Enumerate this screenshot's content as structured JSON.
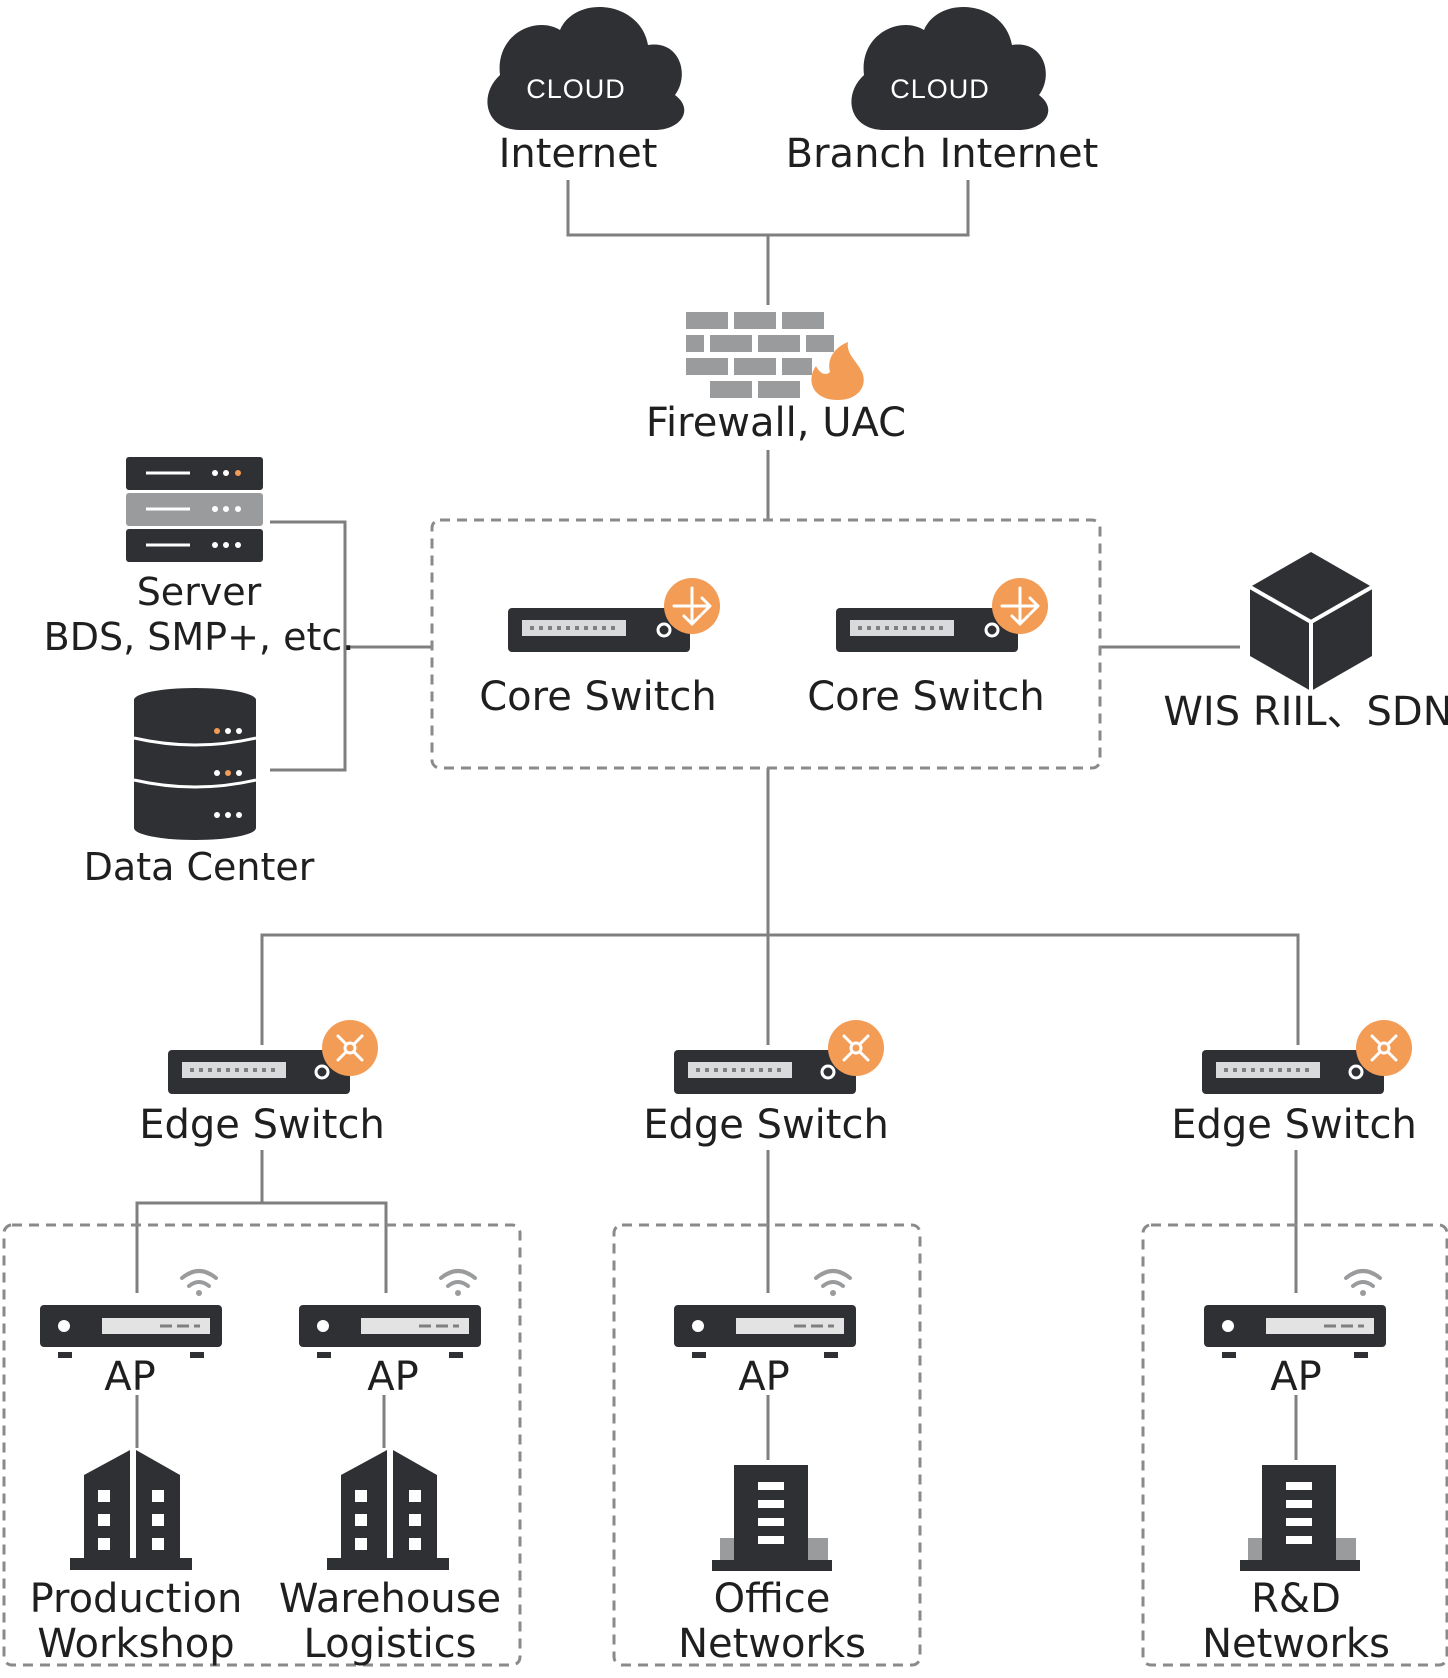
{
  "nodes": {
    "cloud1": {
      "badge": "CLOUD",
      "label": "Internet"
    },
    "cloud2": {
      "badge": "CLOUD",
      "label": "Branch Internet"
    },
    "firewall": {
      "label": "Firewall, UAC"
    },
    "server": {
      "line1": "Server",
      "line2": "BDS, SMP+, etc."
    },
    "datacenter": {
      "label": "Data Center"
    },
    "core1": {
      "label": "Core Switch"
    },
    "core2": {
      "label": "Core Switch"
    },
    "sdn": {
      "label": "WIS RIIL、SDN"
    },
    "edge1": {
      "label": "Edge Switch"
    },
    "edge2": {
      "label": "Edge Switch"
    },
    "edge3": {
      "label": "Edge Switch"
    },
    "ap1": {
      "label": "AP"
    },
    "ap2": {
      "label": "AP"
    },
    "ap3": {
      "label": "AP"
    },
    "ap4": {
      "label": "AP"
    },
    "bld1": {
      "line1": "Production",
      "line2": "Workshop"
    },
    "bld2": {
      "line1": "Warehouse",
      "line2": "Logistics"
    },
    "bld3": {
      "line1": "Office",
      "line2": "Networks"
    },
    "bld4": {
      "line1": "R&D",
      "line2": "Networks"
    }
  },
  "colors": {
    "device": "#2e3033",
    "accent": "#f39c56",
    "wire": "#7f7f7f",
    "brick": "#9a9b9d"
  },
  "icons": {
    "cloud": "cloud-icon",
    "firewall": "firewall-icon",
    "server": "server-rack-icon",
    "database": "database-icon",
    "core_switch": "core-switch-icon",
    "edge_switch": "edge-switch-icon",
    "cube": "cube-icon",
    "access_point": "access-point-icon",
    "wifi": "wifi-icon",
    "building": "building-icon"
  }
}
